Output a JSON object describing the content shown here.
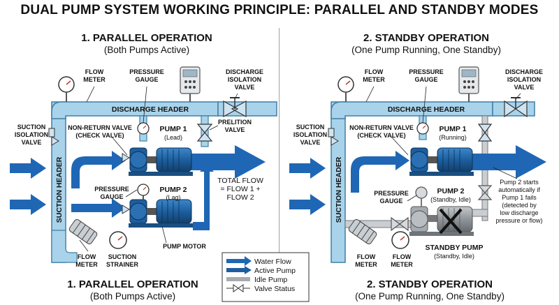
{
  "title": "DUAL PUMP SYSTEM WORKING PRINCIPLE: PARALLEL AND STANDBY MODES",
  "parallel": {
    "heading": "1. PARALLEL OPERATION",
    "subheading": "(Both Pumps Active)",
    "footer_heading": "1. PARALLEL OPERATION",
    "footer_sub": "(Both Pumps Active)",
    "labels": {
      "flow_meter_top": [
        "FLOW",
        "METER"
      ],
      "pressure_gauge_top": [
        "PRESSURE",
        "GAUGE"
      ],
      "discharge_iso": [
        "DISCHARGE",
        "ISOLATION",
        "VALVE"
      ],
      "discharge_header": "DISCHARGE HEADER",
      "suction_iso": [
        "SUCTION",
        "ISOLATION",
        "VALVE"
      ],
      "nrv": [
        "NON-RETURN VALVE",
        "(CHECK VALVE)"
      ],
      "pump1": "PUMP 1",
      "pump1_state": "(Lead)",
      "prelition": [
        "PRELITION",
        "VALVE"
      ],
      "suction_header": "SUCTION HEADER",
      "pressure_gauge_mid": [
        "PRESSURE",
        "GAUGE"
      ],
      "pump2": "PUMP 2",
      "pump2_state": "(Lag)",
      "total_flow": [
        "TOTAL FLOW",
        "= FLOW 1 +",
        "FLOW 2"
      ],
      "flow_meter_bottom": [
        "FLOW",
        "METER"
      ],
      "suction_strainer": [
        "SUCTION",
        "STRAINER"
      ],
      "pump_motor": "PUMP MOTOR"
    }
  },
  "standby": {
    "heading": "2. STANDBY OPERATION",
    "subheading": "(One Pump Running, One Standby)",
    "footer_heading": "2. STANDBY OPERATION",
    "footer_sub": "(One Pump Running, One Standby)",
    "labels": {
      "flow_meter_top": [
        "FLOW",
        "METER"
      ],
      "pressure_gauge_top": [
        "PRESSURE",
        "GAUGE"
      ],
      "discharge_iso": [
        "DISCHARGE",
        "ISOLATION",
        "VALVE"
      ],
      "discharge_header": "DISCHARGE HEADER",
      "suction_iso": [
        "SUCTION",
        "ISOLATION",
        "VALVE"
      ],
      "nrv": [
        "NON-RETURN VALVE",
        "(CHECK VALVE)"
      ],
      "pump1": "PUMP 1",
      "pump1_state": "(Running)",
      "suction_header": "SUCTION HEADER",
      "pressure_gauge_mid": [
        "PRESSURE",
        "GAUGE"
      ],
      "pump2": "PUMP 2",
      "pump2_state": "(Standby, Idle)",
      "note": [
        "Pump 2 starts",
        "automatically if",
        "Pump 1 fails",
        "(detected by",
        "low discharge",
        "pressure or flow)"
      ],
      "flow_meter_bottom": [
        "FLOW",
        "METER"
      ],
      "flow_meter_bottom2": [
        "FLOW",
        "METER"
      ],
      "standby_pump": "STANDBY PUMP",
      "standby_pump_state": "(Standby, Idle)"
    }
  },
  "legend": {
    "items": [
      "Water Flow",
      "Active Pump",
      "Idle Pump",
      "Valve Status"
    ]
  },
  "colors": {
    "pipe": "#a9d3ea",
    "pipe_stroke": "#3f7fa6",
    "flow_arrow": "#1f67b4",
    "pump_blue": "#1d5f9e",
    "idle_gray": "#8f959a"
  }
}
